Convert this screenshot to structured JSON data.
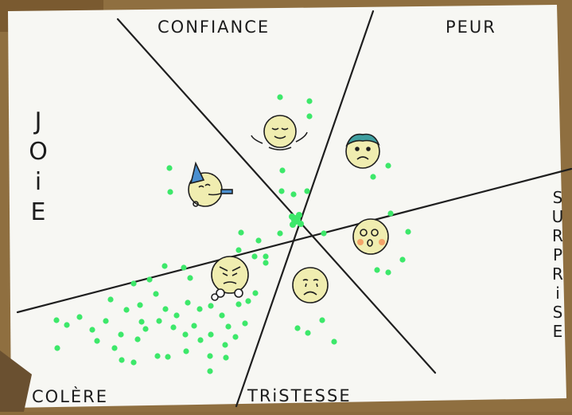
{
  "labels": {
    "top_left": "CONFIANCE",
    "top_right": "PEUR",
    "left": "JOiE",
    "right": "SURPRiSE",
    "bottom_center": "TRiSTESSE",
    "bottom_left": "COLÈRE"
  },
  "faces": [
    {
      "name": "serene-meditating-face-icon"
    },
    {
      "name": "afraid-face-icon"
    },
    {
      "name": "party-face-icon"
    },
    {
      "name": "surprised-face-icon"
    },
    {
      "name": "angry-face-icon"
    },
    {
      "name": "sad-face-icon"
    }
  ],
  "colors": {
    "paper": "#f7f7f3",
    "ink": "#1c1c1c",
    "face": "#f0edb0",
    "dot": "#3de86a",
    "wood": "#8a6a3c"
  }
}
